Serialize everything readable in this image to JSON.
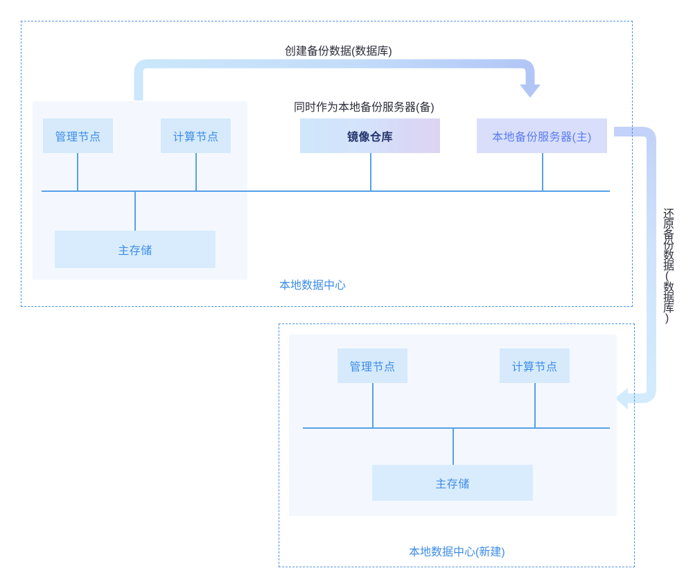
{
  "diagram": {
    "title_top_arrow": "创建备份数据(数据库)",
    "caption_mirror": "同时作为本地备份服务器(备)",
    "caption_restore": "还原备份数据(数据库)"
  },
  "zones": [
    {
      "id": "local-dc",
      "label": "本地数据中心",
      "nodes": [
        {
          "id": "mgmt-node",
          "label": "管理节点"
        },
        {
          "id": "compute-node",
          "label": "计算节点"
        },
        {
          "id": "image-repo",
          "label": "镜像仓库"
        },
        {
          "id": "backup-server",
          "label": "本地备份服务器(主)"
        },
        {
          "id": "primary-storage",
          "label": "主存储"
        }
      ]
    },
    {
      "id": "local-dc-new",
      "label": "本地数据中心(新建)",
      "nodes": [
        {
          "id": "mgmt-node-new",
          "label": "管理节点"
        },
        {
          "id": "compute-node-new",
          "label": "计算节点"
        },
        {
          "id": "primary-storage-new",
          "label": "主存储"
        }
      ]
    }
  ],
  "colors": {
    "accent": "#3d8ce8",
    "zone_border": "#4a90e8",
    "panel_bg": "#f4f8fe",
    "node_bg": "#d6eafc",
    "server_bg": "#d9dffb",
    "arrow_light": "#cbe7fb",
    "arrow_periwinkle": "#b7c9f7",
    "text_dark": "#2c2c3a"
  }
}
